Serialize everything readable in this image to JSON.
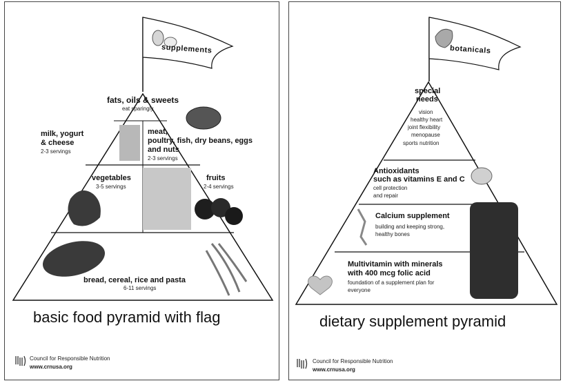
{
  "left_panel": {
    "flag_label": "supplements",
    "top_tier": {
      "title": "fats, oils & sweets",
      "servings": "eat sparingly"
    },
    "dairy": {
      "title_lines": [
        "milk, yogurt",
        "& cheese"
      ],
      "servings": "2-3 servings"
    },
    "meat": {
      "title_lines": [
        "meat,",
        "poultry, fish, dry beans, eggs",
        "and nuts"
      ],
      "servings": "2-3 servings"
    },
    "vegetables": {
      "title": "vegetables",
      "servings": "3-5 servings"
    },
    "fruits": {
      "title": "fruits",
      "servings": "2-4 servings"
    },
    "grains": {
      "title": "bread, cereal, rice and pasta",
      "servings": "6-11 servings"
    },
    "caption": "basic food pyramid with flag",
    "org_name": "Council for Responsible Nutrition",
    "org_url": "www.crnusa.org"
  },
  "right_panel": {
    "flag_label": "botanicals",
    "special": {
      "title_lines": [
        "special",
        "needs"
      ],
      "items": [
        "vision",
        "healthy heart",
        "joint flexibility",
        "menopause",
        "sports nutrition"
      ]
    },
    "antioxidants": {
      "title_lines": [
        "Antioxidants",
        "such as vitamins E and C"
      ],
      "desc_lines": [
        "cell protection",
        "and repair"
      ]
    },
    "calcium": {
      "title": "Calcium supplement",
      "desc_lines": [
        "building and keeping strong,",
        "healthy bones"
      ]
    },
    "multivitamin": {
      "title_lines": [
        "Multivitamin with minerals",
        "with 400 mcg folic acid"
      ],
      "desc_lines": [
        "foundation of a supplement plan for",
        "everyone"
      ]
    },
    "caption": "dietary supplement pyramid",
    "org_name": "Council for Responsible Nutrition",
    "org_url": "www.crnusa.org"
  }
}
